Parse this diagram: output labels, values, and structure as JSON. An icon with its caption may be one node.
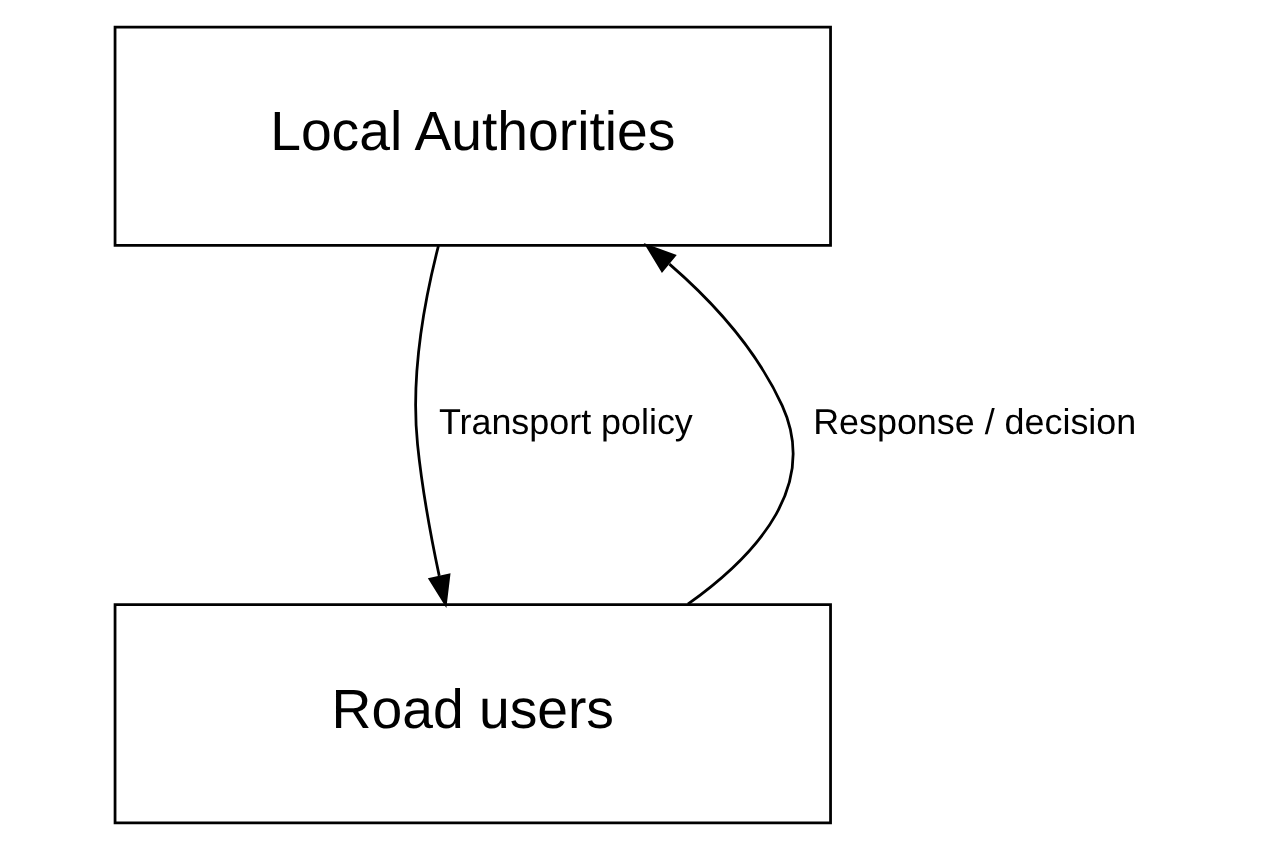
{
  "diagram": {
    "nodes": [
      {
        "text": [
          "Local Authorities"
        ]
      },
      {
        "text": [
          "Road users"
        ]
      }
    ],
    "edges": [
      {
        "from": 1,
        "to": 0,
        "arrow": "to",
        "label": "Response / decision"
      },
      {
        "from": 0,
        "to": 1,
        "arrow": "to",
        "label": "Transport policy"
      }
    ]
  }
}
